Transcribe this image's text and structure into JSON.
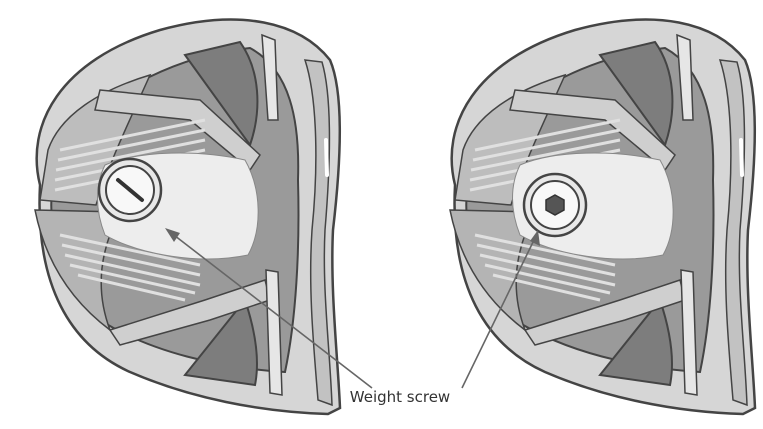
{
  "diagram": {
    "callout_label": "Weight screw",
    "colors": {
      "outline": "#444444",
      "body_light": "#d6d6d6",
      "body_mid": "#a9a9a9",
      "body_dark": "#8a8a8a",
      "panel_dark": "#7d7d7d",
      "highlight": "#f3f3f3",
      "pointer": "#666666",
      "text": "#333333"
    },
    "elements": [
      {
        "name": "left-driver-head",
        "screw_head": "slotted"
      },
      {
        "name": "right-driver-head",
        "screw_head": "hex-socket"
      }
    ]
  }
}
